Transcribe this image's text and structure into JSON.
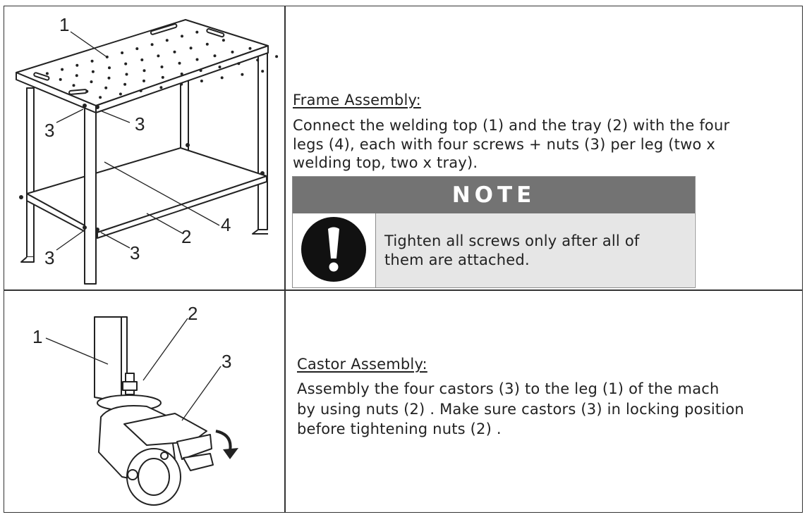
{
  "frame": {
    "heading": "Frame Assembly:",
    "line1": "Connect the welding top (1) and the tray (2) with the four",
    "line2": "legs (4), each with four screws + nuts (3) per leg (two x",
    "line3": "welding top, two x tray).",
    "labels": {
      "top": "1",
      "tray": "2",
      "screw": "3",
      "leg": "4"
    }
  },
  "note": {
    "title": "NOTE",
    "line1": "Tighten all screws only after all of",
    "line2": "them are attached.",
    "icon": "exclamation-icon"
  },
  "castor": {
    "heading": "Castor Assembly:",
    "line1": "Assembly the four castors (3) to the leg (1) of the mach",
    "line2": "by using nuts (2) . Make sure castors (3) in locking position",
    "line3": "before tightening nuts (2) .",
    "labels": {
      "leg": "1",
      "nut": "2",
      "castor": "3"
    },
    "icon": "rotation-arrow-icon"
  }
}
